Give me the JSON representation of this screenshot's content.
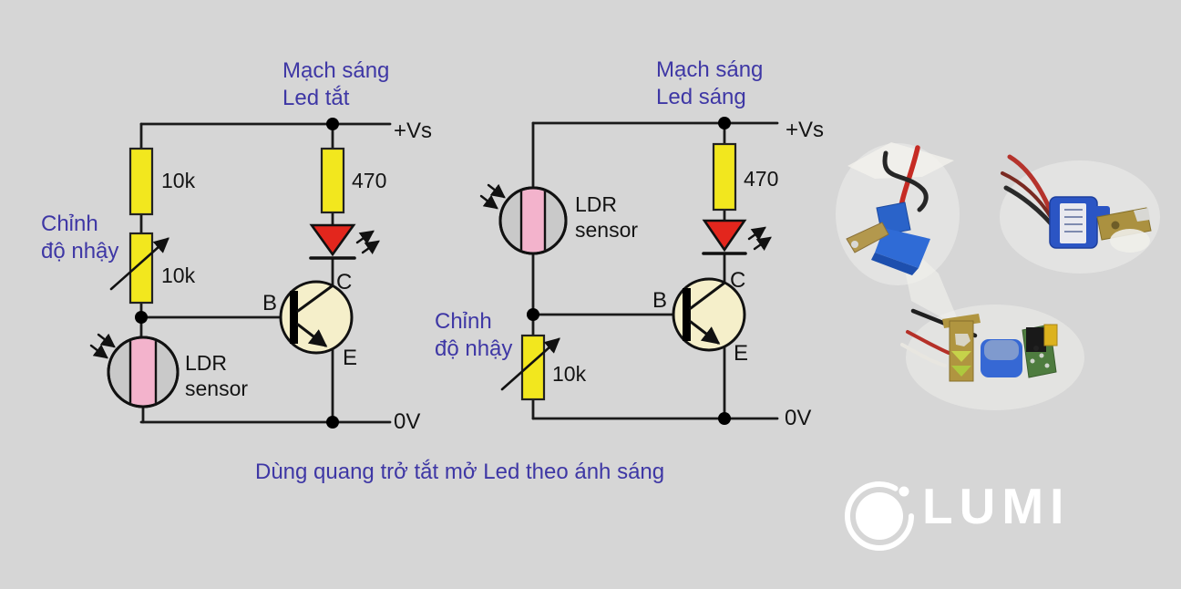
{
  "colors": {
    "background": "#d6d6d6",
    "annotation_blue": "#3e37a5",
    "wire": "#1a1a1a",
    "resistor_yellow": "#f2e71e",
    "led_red": "#e3261d",
    "transistor_cream": "#f5efca",
    "ldr_pink": "#f3b3cc",
    "ldr_gray": "#c9c9c9",
    "logo_white": "#ffffff"
  },
  "left_circuit": {
    "title_line1": "Mạch sáng",
    "title_line2": "Led tắt",
    "supply": "+Vs",
    "ground": "0V",
    "r_top": "10k",
    "pot_value": "10k",
    "adjust_line1": "Chỉnh",
    "adjust_line2": "độ nhậy",
    "r_led": "470",
    "base": "B",
    "collector": "C",
    "emitter": "E",
    "ldr_line1": "LDR",
    "ldr_line2": "sensor"
  },
  "middle_circuit": {
    "title_line1": "Mạch sáng",
    "title_line2": "Led sáng",
    "supply": "+Vs",
    "ground": "0V",
    "pot_value": "10k",
    "adjust_line1": "Chỉnh",
    "adjust_line2": "độ nhậy",
    "r_led": "470",
    "base": "B",
    "collector": "C",
    "emitter": "E",
    "ldr_line1": "LDR",
    "ldr_line2": "sensor"
  },
  "caption": "Dùng quang trở tắt mở Led theo ánh sáng",
  "logo": {
    "text": "LUMI",
    "icon": "orbit-ring-icon"
  }
}
